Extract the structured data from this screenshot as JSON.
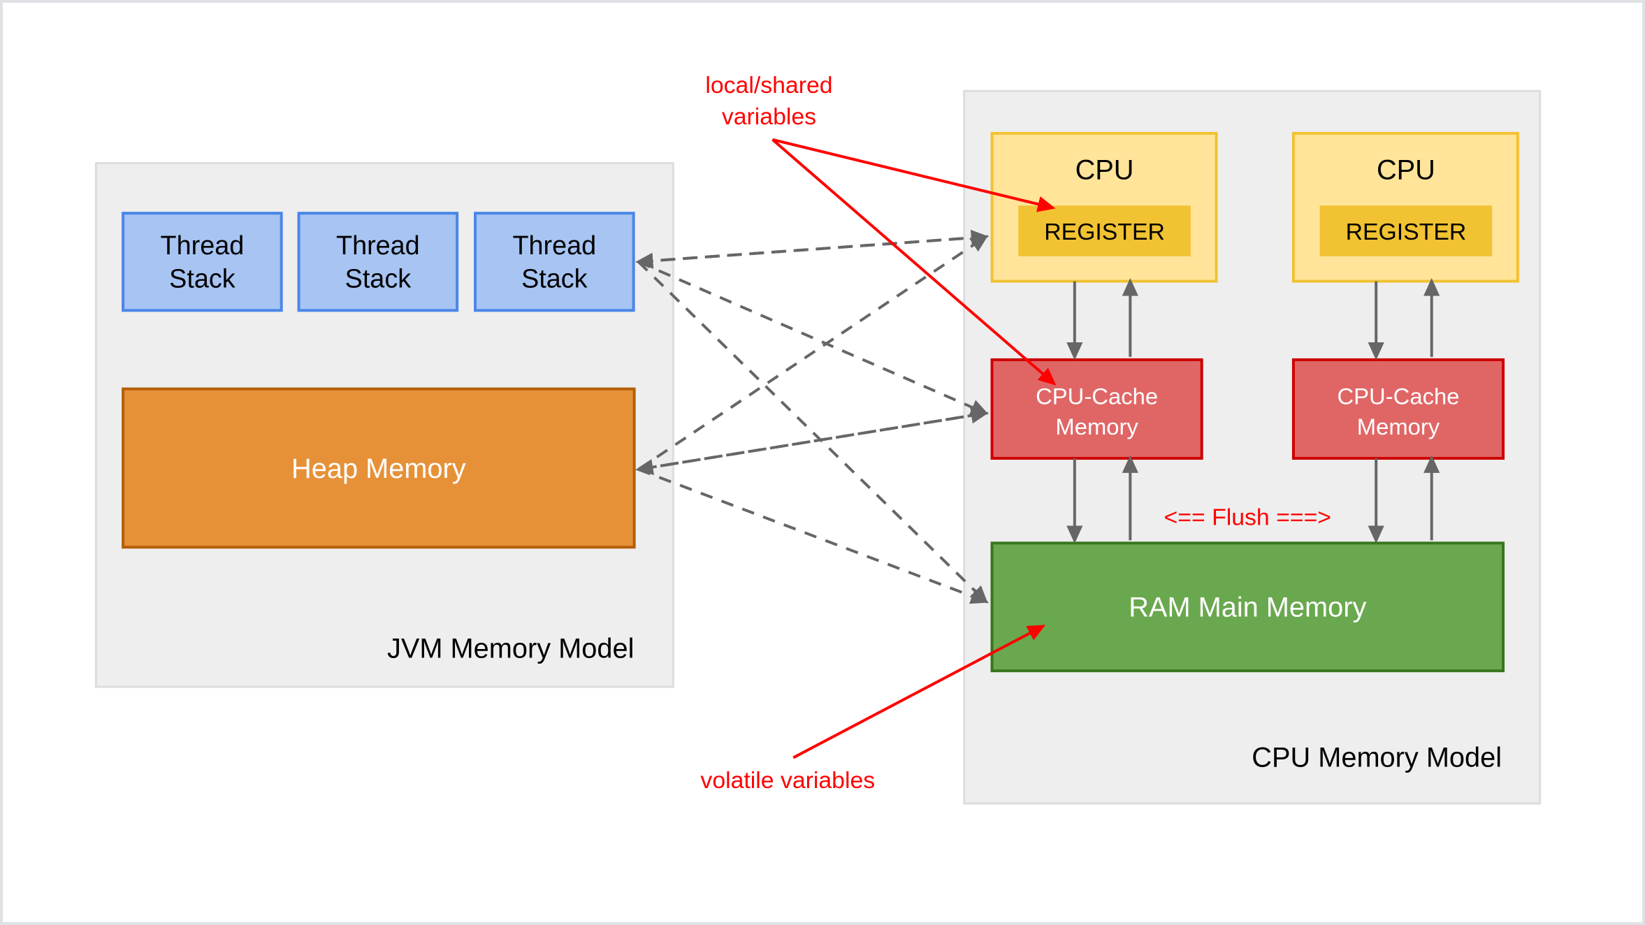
{
  "diagram": {
    "title_jvm": "JVM Memory Model",
    "title_cpu": "CPU Memory Model",
    "jvm": {
      "thread_stacks": [
        {
          "line1": "Thread",
          "line2": "Stack"
        },
        {
          "line1": "Thread",
          "line2": "Stack"
        },
        {
          "line1": "Thread",
          "line2": "Stack"
        }
      ],
      "heap_label": "Heap Memory"
    },
    "cpu": {
      "cores": [
        {
          "title": "CPU",
          "register": "REGISTER",
          "cache_line1": "CPU-Cache",
          "cache_line2": "Memory"
        },
        {
          "title": "CPU",
          "register": "REGISTER",
          "cache_line1": "CPU-Cache",
          "cache_line2": "Memory"
        }
      ],
      "ram_label": "RAM Main Memory",
      "flush_label": "<== Flush ===>"
    },
    "annotations": {
      "local_shared_line1": "local/shared",
      "local_shared_line2": "variables",
      "volatile": "volatile variables"
    },
    "colors": {
      "group_background": "#eeeeee",
      "group_border": "#dddddd",
      "thread_fill": "#a7c4f2",
      "thread_border": "#4a86e8",
      "heap_fill": "#e69138",
      "heap_border": "#b45f06",
      "cpu_fill": "#ffe499",
      "cpu_border": "#f1c232",
      "register_fill": "#f1c232",
      "cache_fill": "#e06666",
      "cache_border": "#cc0000",
      "ram_fill": "#6aa84f",
      "ram_border": "#38761d",
      "annotation_red": "#ff0000",
      "connector_gray": "#666666"
    }
  }
}
